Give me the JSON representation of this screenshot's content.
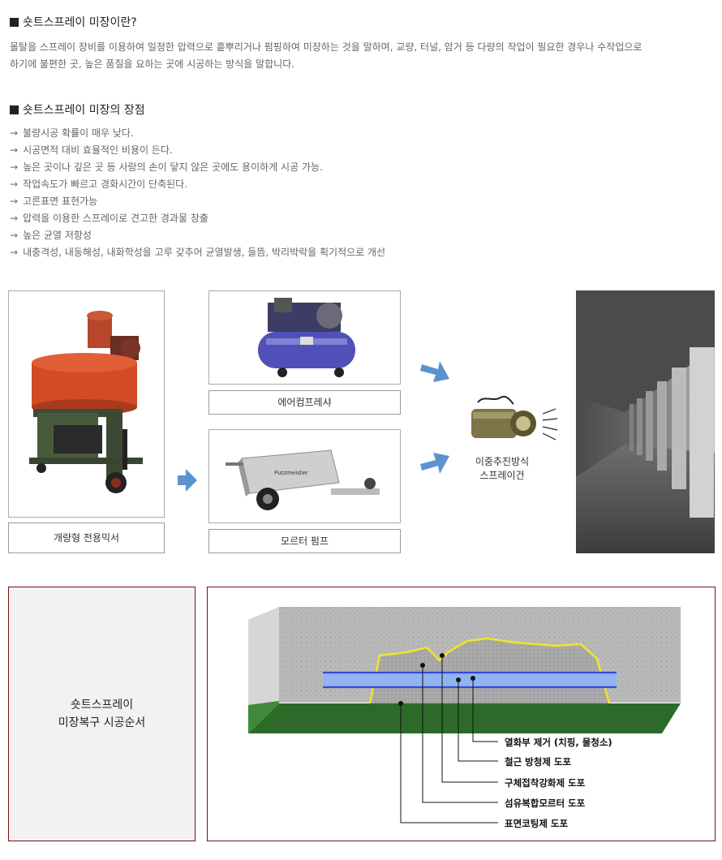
{
  "section1": {
    "title": "숏트스프레이 미장이란?",
    "desc_line1": "몰탈을 스프레이 장비를 이용하여 일정한 압력으로 흩뿌리거나 펌핑하여 미장하는 것을 말하며, 교량, 터널, 암거 등 다량의 작업이 필요한 경우나 수작업으로",
    "desc_line2": "하기에 불편한 곳, 높은 품질을 요하는 곳에 시공하는 방식을 말합니다."
  },
  "section2": {
    "title": "숏트스프레이 미장의 장점",
    "bullet_symbol": "→",
    "items": [
      "불량시공 확률이 매우 낮다.",
      "시공면적 대비 효율적인 비용이 든다.",
      "높은 곳이나 깊은 곳 등 사람의 손이 닿지 않은 곳에도 용이하게 시공 가능.",
      "작업속도가 빠르고 경화시간이 단축된다.",
      "고른표면 표현가능",
      "압력을 이용한 스프레이로 견고한 경과물 창출",
      "높은 균열 저항성",
      "내충격성, 내동해성, 내화학성을 고루 갖추어 균열발생, 들뜸, 박리박락을 획기적으로 개선"
    ]
  },
  "equipment": {
    "mixer_caption": "개량형 전용믹서",
    "compressor_caption": "에어컴프레샤",
    "pump_caption": "모르터 펌프",
    "pump_brand": "Putzmeister",
    "spraygun_caption_line1": "이중추진방식",
    "spraygun_caption_line2": "스프레이건"
  },
  "process": {
    "box_line1": "숏트스프레이",
    "box_line2": "미장복구 시공순서",
    "steps": [
      "열화부 제거 (치핑, 물청소)",
      "철근 방청제 도포",
      "구체접착강화제 도포",
      "섬유복합모르터 도포",
      "표면코팅제 도포"
    ]
  },
  "colors": {
    "accent_blue": "#5b93cf",
    "concrete": "#b9b9b9",
    "ground_green": "#2d6a2a",
    "repair_yellow": "#f2e52a",
    "rebar_blue": "#3a48d8",
    "border_red": "#7a1010"
  }
}
